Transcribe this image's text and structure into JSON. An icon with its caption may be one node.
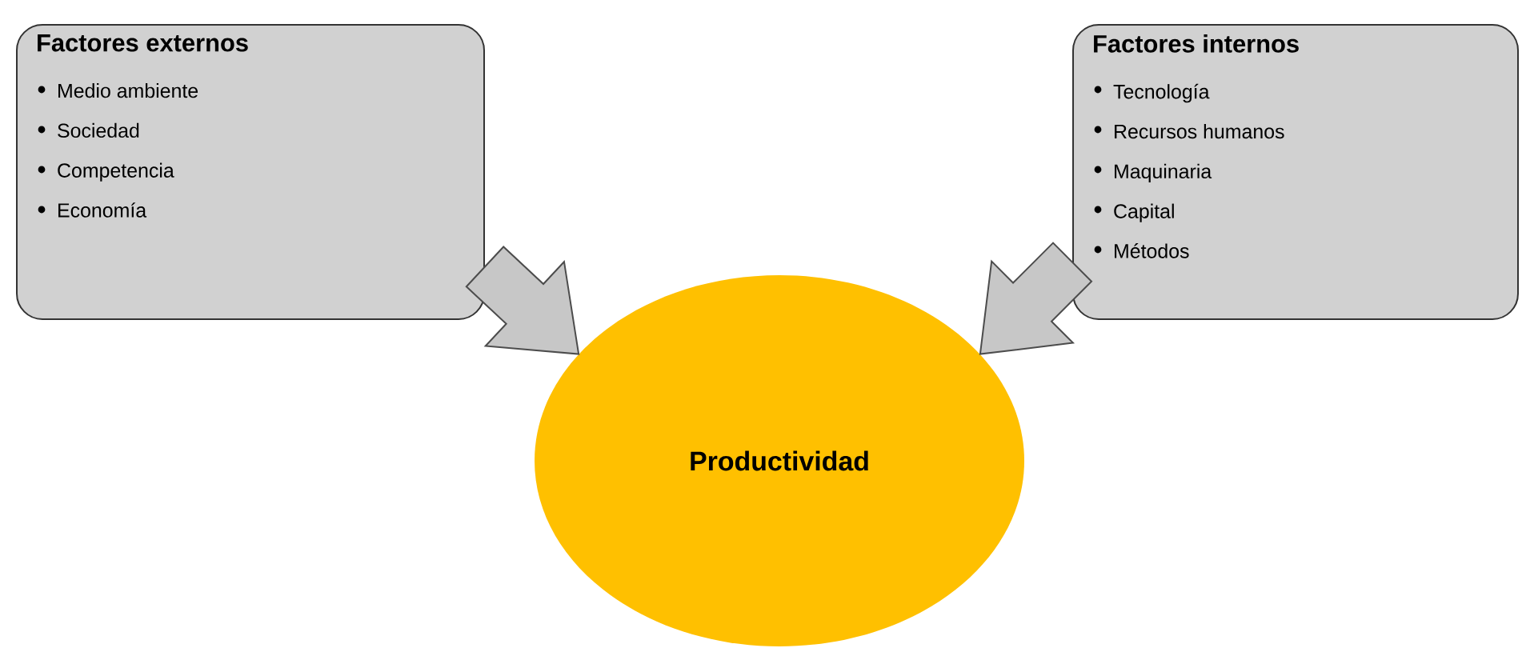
{
  "diagram": {
    "nodes": [
      {
        "text": [
          "Factores externos",
          "Medio ambiente",
          "Sociedad",
          "Competencia",
          "Economía"
        ]
      },
      {
        "text": [
          "Factores internos",
          "Tecnología",
          "Recursos humanos",
          "Maquinaria",
          "Capital",
          "Métodos"
        ]
      },
      {
        "text": [
          "Productividad"
        ]
      }
    ],
    "edges": [
      {
        "from": 0,
        "to": 2,
        "arrow": "to"
      },
      {
        "from": 1,
        "to": 2,
        "arrow": "to"
      }
    ]
  }
}
